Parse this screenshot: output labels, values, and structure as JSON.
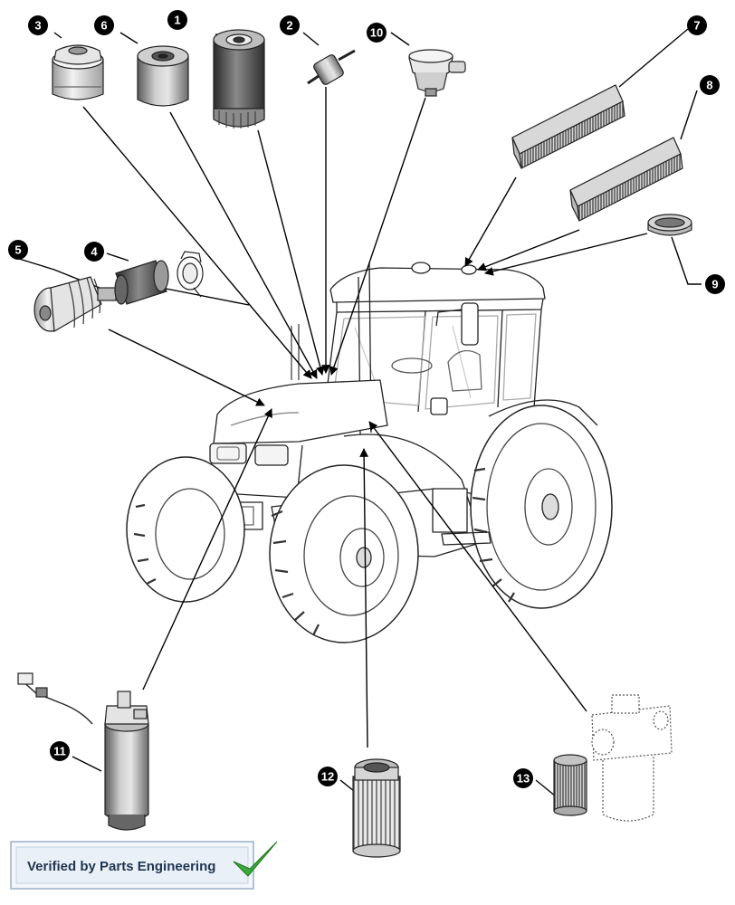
{
  "callouts": [
    {
      "id": "callout-1",
      "label": "1"
    },
    {
      "id": "callout-2",
      "label": "2"
    },
    {
      "id": "callout-3",
      "label": "3"
    },
    {
      "id": "callout-4",
      "label": "4"
    },
    {
      "id": "callout-5",
      "label": "5"
    },
    {
      "id": "callout-6",
      "label": "6"
    },
    {
      "id": "callout-7",
      "label": "7"
    },
    {
      "id": "callout-8",
      "label": "8"
    },
    {
      "id": "callout-9",
      "label": "9"
    },
    {
      "id": "callout-10",
      "label": "10"
    },
    {
      "id": "callout-11",
      "label": "11"
    },
    {
      "id": "callout-12",
      "label": "12"
    },
    {
      "id": "callout-13",
      "label": "13"
    }
  ],
  "badge": {
    "text": "Verified by Parts Engineering",
    "check_icon": "green-checkmark-icon",
    "check_color": "#3aa83a",
    "border_color": "#9ab0c8"
  }
}
